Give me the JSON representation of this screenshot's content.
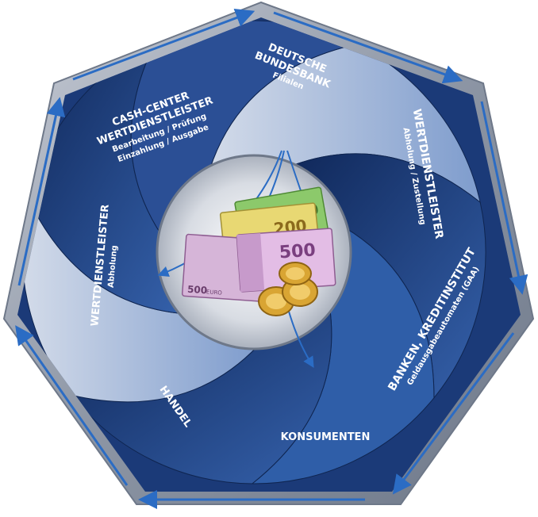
{
  "segments": {
    "bundesbank": {
      "title_1": "DEUTSCHE",
      "title_2": "BUNDESBANK",
      "subtitle": "Filialen"
    },
    "wdl_right": {
      "title": "WERTDIENSTLEISTER",
      "subtitle": "Abholung / Zustellung"
    },
    "banken": {
      "title": "BANKEN, KREDITINSTITUT",
      "subtitle": "Geldausgabeautomaten (GAA)"
    },
    "konsumenten": {
      "title": "KONSUMENTEN"
    },
    "handel": {
      "title": "HANDEL"
    },
    "wdl_left": {
      "title": "WERTDIENSTLEISTER",
      "subtitle": "Abholung"
    },
    "cash_center": {
      "title_1": "CASH-CENTER",
      "title_2": "WERTDIENSTLEISTER",
      "line_1": "Bearbeitung / Prüfung",
      "line_2": "Einzahlung / Ausgabe"
    }
  },
  "banknotes": {
    "note_500": "500",
    "note_200": "200",
    "note_100": "100",
    "note_500_small": "500",
    "euro_word": "EURO"
  },
  "colors": {
    "frame": "#8d96a5",
    "dark_blue": "#1b3a78",
    "mid_blue": "#3f6bb5",
    "light_blue": "#8aa6d6",
    "arrow": "#2b6cc4"
  }
}
